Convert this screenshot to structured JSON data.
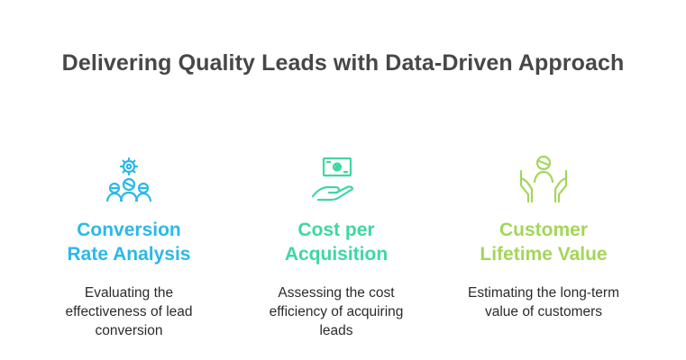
{
  "title": "Delivering Quality Leads with Data-Driven Approach",
  "items": [
    {
      "icon": "team-gear-icon",
      "heading_line1": "Conversion",
      "heading_line2": "Rate Analysis",
      "description": "Evaluating the effectiveness of lead conversion",
      "color": "#2BB8EA"
    },
    {
      "icon": "hand-money-icon",
      "heading_line1": "Cost per",
      "heading_line2": "Acquisition",
      "description": "Assessing the cost efficiency of acquiring leads",
      "color": "#3FD7A0"
    },
    {
      "icon": "customer-care-icon",
      "heading_line1": "Customer",
      "heading_line2": "Lifetime Value",
      "description": "Estimating the long-term value of customers",
      "color": "#A3D65A"
    }
  ]
}
